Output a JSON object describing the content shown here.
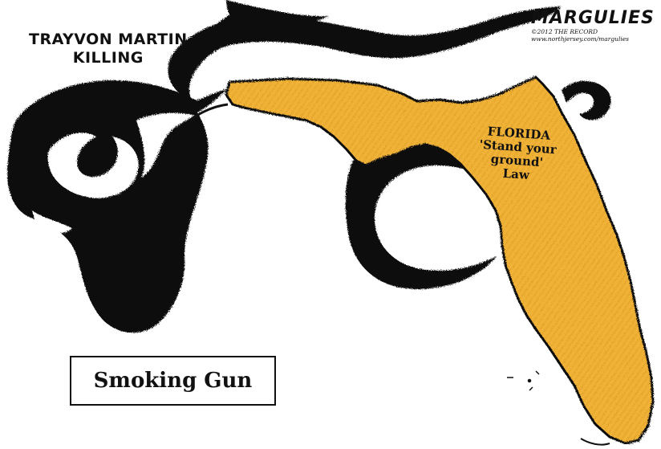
{
  "cartoon": {
    "heading_line1": "TRAYVON MARTIN",
    "heading_line2": "KILLING",
    "signature": {
      "name": "MARGULIES",
      "copyright": "©2012 THE RECORD",
      "website": "www.northjersey.com/margulies"
    },
    "state_label": {
      "line1": "FLORIDA",
      "line2": "'Stand your",
      "line3": "ground'",
      "line4": "Law"
    },
    "caption": "Smoking Gun"
  },
  "colors": {
    "ink": "#111111",
    "florida_fill": "#f0b338",
    "florida_shade": "#d9931f",
    "background": "#ffffff"
  }
}
